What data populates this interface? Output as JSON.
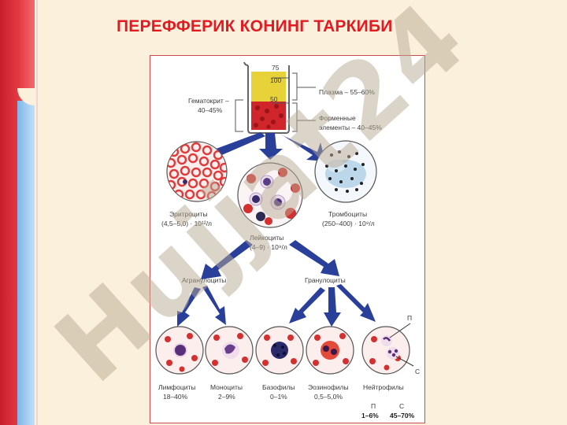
{
  "slide": {
    "title": "ПЕРЕФФЕРИК КОНИНГ ТАРКИБИ"
  },
  "watermark": {
    "text": "Hujjat24"
  },
  "beaker": {
    "mark_top": "100",
    "mark_mid": "50",
    "mark_cap": "75"
  },
  "labels": {
    "hematocrit_title": "Гематокрит –",
    "hematocrit_value": "40–45%",
    "plasma": "Плазма – 55–60%",
    "formed_line1": "Форменные",
    "formed_line2": "элементы – 40–45%",
    "erythrocytes_name": "Эритроциты",
    "erythrocytes_count": "(4,5–5,0) · 10¹²/л",
    "thrombocytes_name": "Тромбоциты",
    "thrombocytes_count": "(250–400) · 10⁹/л",
    "leukocytes_name": "Лейкоциты",
    "leukocytes_count": "(4–9) · 10⁹/л",
    "agranulocytes": "Агранулоциты",
    "granulocytes": "Гранулоциты",
    "p_marker": "П",
    "s_marker": "С"
  },
  "cell_types": [
    {
      "name": "Лимфоциты",
      "value": "18–40%"
    },
    {
      "name": "Моноциты",
      "value": "2–9%"
    },
    {
      "name": "Базофилы",
      "value": "0–1%"
    },
    {
      "name": "Эозинофилы",
      "value": "0,5–5,0%"
    },
    {
      "name": "Нейтрофилы"
    }
  ],
  "neutrophil_split": {
    "p_label": "П",
    "s_label": "С",
    "p_value": "1–6%",
    "s_value": "45–70%"
  },
  "colors": {
    "title": "#e21b23",
    "plasma": "#e8d23a",
    "blood": "#d0252a",
    "arrow": "#2a3f9a",
    "watermark": "#b8aa94"
  }
}
